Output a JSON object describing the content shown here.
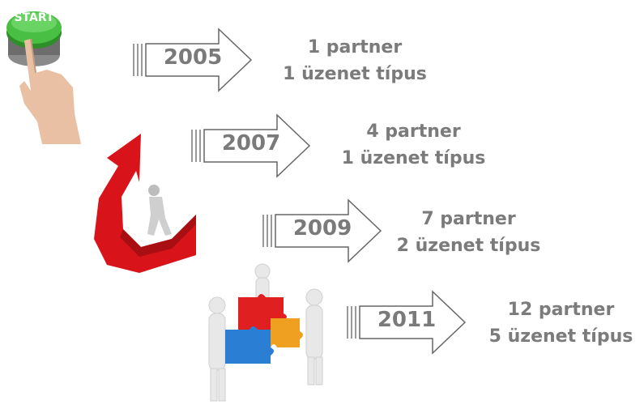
{
  "start_button": {
    "label": "START"
  },
  "milestones": [
    {
      "year": "2005",
      "partners": "1 partner",
      "types": "1 üzenet típus"
    },
    {
      "year": "2007",
      "partners": "4 partner",
      "types": "1 üzenet típus"
    },
    {
      "year": "2009",
      "partners": "7 partner",
      "types": "2 üzenet típus"
    },
    {
      "year": "2011",
      "partners": "12 partner",
      "types": "5 üzenet típus"
    }
  ],
  "colors": {
    "text": "#7b7b7b",
    "start_green": "#3fae3a",
    "growth_red": "#d8141a",
    "puzzle_red": "#e02020",
    "puzzle_blue": "#2a7fd4",
    "puzzle_orange": "#f0a020"
  }
}
